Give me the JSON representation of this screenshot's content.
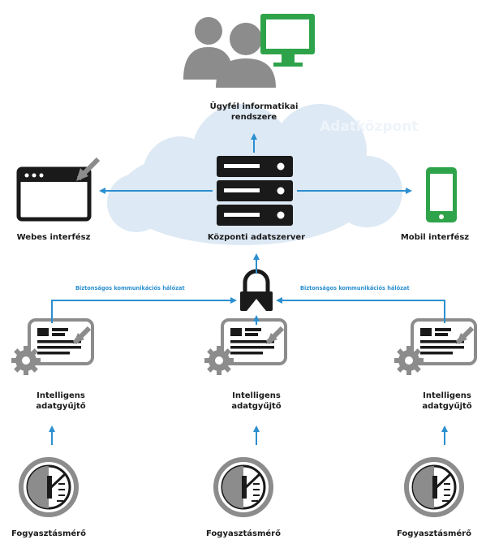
{
  "labels": {
    "customer_it": "Ügyfél informatikai rendszere",
    "datacenter": "Adatközpont",
    "web_interface": "Webes interfész",
    "central_server": "Központi adatszerver",
    "mobile_interface": "Mobil interfész",
    "secure_network": "Biztonságos kommunikációs hálózat",
    "collector": "Intelligens adatgyűjtő",
    "meter": "Fogyasztásmérő"
  },
  "colors": {
    "accent_blue": "#2b8fd0",
    "green": "#2fa34a",
    "gray": "#8c8c8c",
    "dark": "#1a1a1a",
    "cloud": "#dde9f4"
  },
  "icons": {
    "users": "users-icon",
    "monitor": "monitor-icon",
    "browser": "browser-window-icon",
    "server": "server-rack-icon",
    "phone": "smartphone-icon",
    "lock": "padlock-icon",
    "collector": "document-gear-icon",
    "meter": "gauge-meter-icon"
  }
}
